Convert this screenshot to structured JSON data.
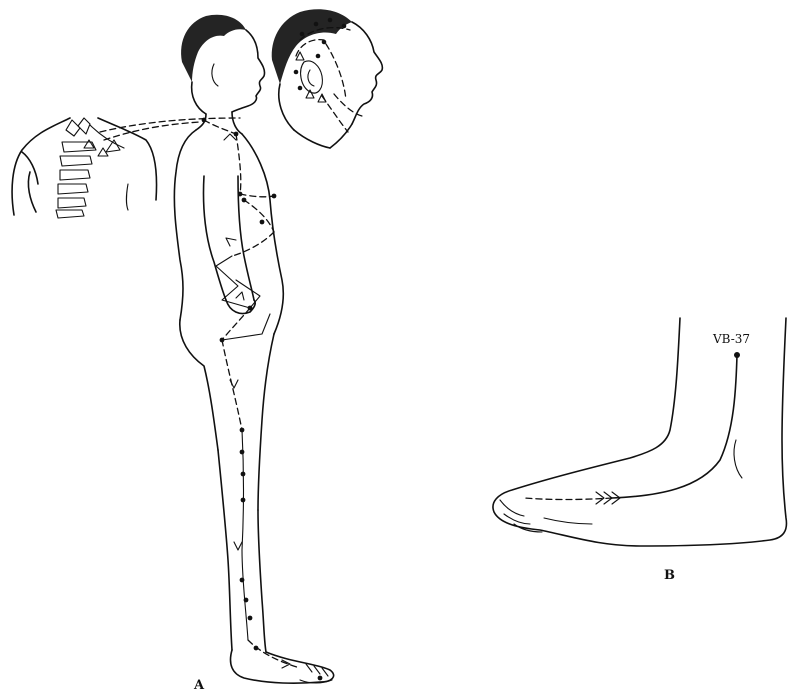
{
  "panel_a_label": "A",
  "panel_b_label": "B",
  "point_label": "VB-37",
  "colors": {
    "ink": "#111111",
    "paper": "#ffffff"
  }
}
